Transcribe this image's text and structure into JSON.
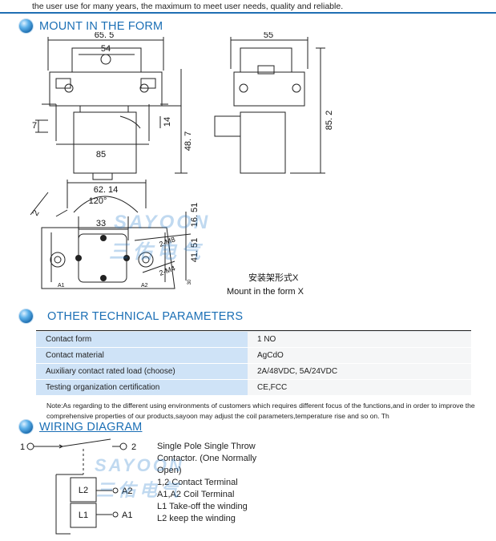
{
  "intro_text": "the user use for many years, the maximum to meet user needs, quality and reliable.",
  "sections": {
    "mount": "MOUNT IN THE FORM",
    "params": "OTHER TECHNICAL PARAMETERS",
    "wiring": "WIRING DIAGRAM"
  },
  "dimensions": {
    "d65_5": "65. 5",
    "d54": "54",
    "d55": "55",
    "d85_2": "85. 2",
    "d7": "7",
    "d14": "14",
    "d85": "85",
    "d48_7": "48. 7",
    "d62_14": "62. 14",
    "d120": "120°",
    "d2": "2",
    "d33": "33",
    "d16_51": "16. 51",
    "d41_51": "41. 51",
    "m8": "2-M8",
    "m4": "2-M4",
    "d30": "30",
    "a1": "A1",
    "a2": "A2",
    "cn_label": "安装架形式X",
    "en_label": "Mount in the form X"
  },
  "parameters": [
    {
      "label": "Contact form",
      "value": "1 NO"
    },
    {
      "label": "Contact material",
      "value": "AgCdO"
    },
    {
      "label": "Auxiliary contact rated load (choose)",
      "value": "2A/48VDC, 5A/24VDC"
    },
    {
      "label": "Testing organization certification",
      "value": "CE,FCC"
    }
  ],
  "note": "Note:As regarding to the different using environments of customers which requires  different focus of the functions,and in order to improve the comprehensive properties of our products,sayoon may adjust the coil parameters,temperature rise and so on.  Th",
  "wiring": {
    "t1": "1",
    "t2": "2",
    "l1": "L1",
    "l2": "L2",
    "a1": "A1",
    "a2": "A2",
    "lines": [
      "Single Pole Single Throw",
      "Contactor. (One Normally",
      "Open)",
      "1,2 Contact Terminal",
      "A1,A2 Coil Terminal",
      "L1 Take-off the winding",
      "L2 keep the winding"
    ]
  },
  "watermark": {
    "latin": "SAYOON",
    "cn": "三佑电气"
  },
  "colors": {
    "accent": "#1b6fb5",
    "label_bg": "#cfe3f7",
    "value_bg": "#f5f6f7"
  }
}
